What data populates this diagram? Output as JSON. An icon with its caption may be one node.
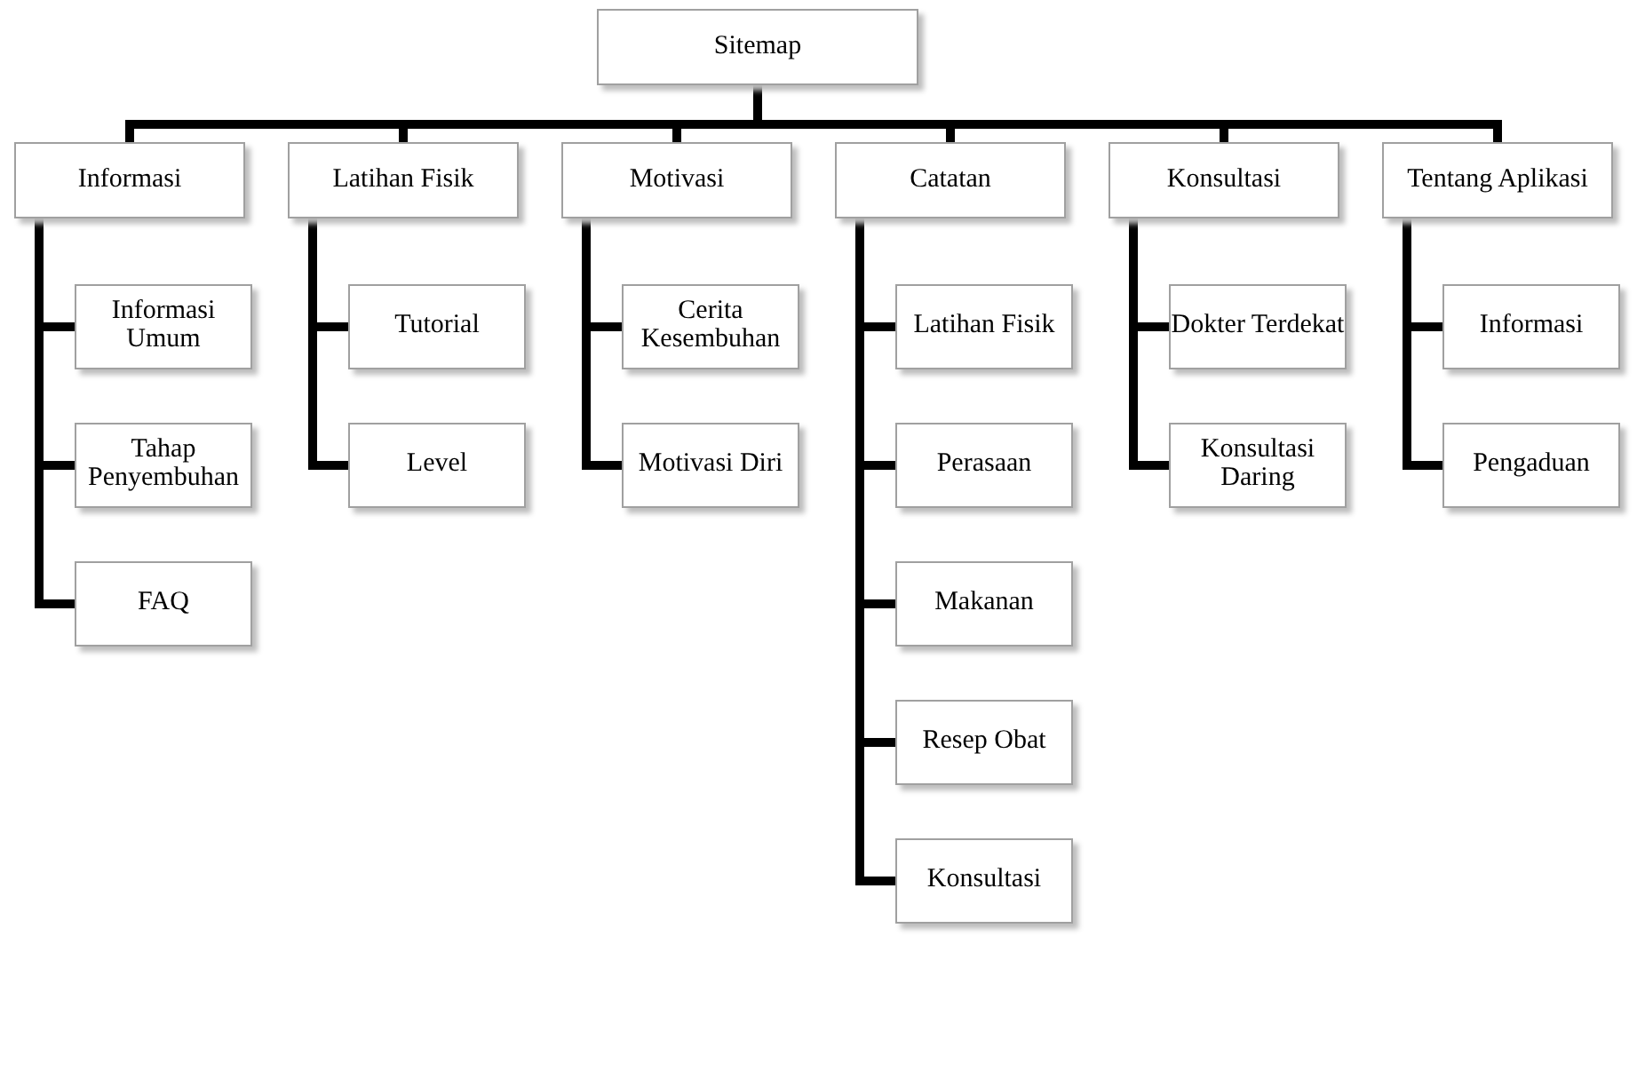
{
  "diagram": {
    "nodes": [
      {
        "text": [
          "Sitemap"
        ]
      },
      {
        "text": [
          "Informasi"
        ]
      },
      {
        "text": [
          "Latihan Fisik"
        ]
      },
      {
        "text": [
          "Motivasi"
        ]
      },
      {
        "text": [
          "Catatan"
        ]
      },
      {
        "text": [
          "Konsultasi"
        ]
      },
      {
        "text": [
          "Tentang Aplikasi"
        ]
      },
      {
        "text": [
          "Informasi Umum"
        ]
      },
      {
        "text": [
          "Tahap Penyembuhan"
        ]
      },
      {
        "text": [
          "FAQ"
        ]
      },
      {
        "text": [
          "Tutorial"
        ]
      },
      {
        "text": [
          "Level"
        ]
      },
      {
        "text": [
          "Cerita Kesembuhan"
        ]
      },
      {
        "text": [
          "Motivasi Diri"
        ]
      },
      {
        "text": [
          "Latihan Fisik"
        ]
      },
      {
        "text": [
          "Perasaan"
        ]
      },
      {
        "text": [
          "Makanan"
        ]
      },
      {
        "text": [
          "Resep Obat"
        ]
      },
      {
        "text": [
          "Konsultasi"
        ]
      },
      {
        "text": [
          "Dokter Terdekat"
        ]
      },
      {
        "text": [
          "Konsultasi Daring"
        ]
      },
      {
        "text": [
          "Informasi"
        ]
      },
      {
        "text": [
          "Pengaduan"
        ]
      }
    ],
    "edges": [
      {
        "from": 0,
        "to": 1,
        "arrow": "none"
      },
      {
        "from": 0,
        "to": 2,
        "arrow": "none"
      },
      {
        "from": 0,
        "to": 3,
        "arrow": "none"
      },
      {
        "from": 0,
        "to": 4,
        "arrow": "none"
      },
      {
        "from": 0,
        "to": 5,
        "arrow": "none"
      },
      {
        "from": 0,
        "to": 6,
        "arrow": "none"
      },
      {
        "from": 1,
        "to": 7,
        "arrow": "none"
      },
      {
        "from": 1,
        "to": 8,
        "arrow": "none"
      },
      {
        "from": 1,
        "to": 9,
        "arrow": "none"
      },
      {
        "from": 2,
        "to": 10,
        "arrow": "none"
      },
      {
        "from": 2,
        "to": 11,
        "arrow": "none"
      },
      {
        "from": 3,
        "to": 12,
        "arrow": "none"
      },
      {
        "from": 3,
        "to": 13,
        "arrow": "none"
      },
      {
        "from": 4,
        "to": 14,
        "arrow": "none"
      },
      {
        "from": 4,
        "to": 15,
        "arrow": "none"
      },
      {
        "from": 4,
        "to": 16,
        "arrow": "none"
      },
      {
        "from": 4,
        "to": 17,
        "arrow": "none"
      },
      {
        "from": 4,
        "to": 18,
        "arrow": "none"
      },
      {
        "from": 5,
        "to": 19,
        "arrow": "none"
      },
      {
        "from": 5,
        "to": 20,
        "arrow": "none"
      },
      {
        "from": 6,
        "to": 21,
        "arrow": "none"
      },
      {
        "from": 6,
        "to": 22,
        "arrow": "none"
      }
    ]
  }
}
